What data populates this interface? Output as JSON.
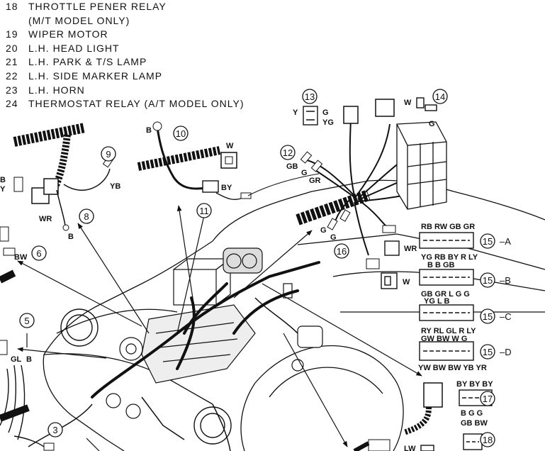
{
  "legend": [
    {
      "num": "18",
      "text": "THROTTLE PENER RELAY"
    },
    {
      "num": "",
      "text": "(M/T MODEL ONLY)"
    },
    {
      "num": "19",
      "text": "WIPER MOTOR"
    },
    {
      "num": "20",
      "text": "L.H. HEAD LIGHT"
    },
    {
      "num": "21",
      "text": "L.H. PARK & T/S LAMP"
    },
    {
      "num": "22",
      "text": "L.H. SIDE MARKER LAMP"
    },
    {
      "num": "23",
      "text": "L.H. HORN"
    },
    {
      "num": "24",
      "text": "THERMOSTAT RELAY (A/T MODEL ONLY)"
    }
  ],
  "callouts": {
    "c3": "3",
    "c5": "5",
    "c6": "6",
    "c8": "8",
    "c9": "9",
    "c10": "10",
    "c11": "11",
    "c12": "12",
    "c13": "13",
    "c14": "14",
    "c16": "16",
    "c17": "17",
    "c18": "18",
    "c15a": "15",
    "c15b": "15",
    "c15c": "15",
    "c15d": "15"
  },
  "suffixes": {
    "a": "–A",
    "b": "–B",
    "c": "–C",
    "d": "–D"
  },
  "wires": {
    "w13_y": "Y",
    "w13_g": "G",
    "w13_yg": "YG",
    "w14_w": "W",
    "w14_g": "G",
    "w10_b": "B",
    "w_top_w": "W",
    "w_by": "BY",
    "w9_yb": "YB",
    "w_b_left": "B",
    "w_y_left": "Y",
    "w_wr": "WR",
    "w_b8": "B",
    "w12_gb": "GB",
    "w12_g": "G",
    "w12_gr": "GR",
    "w16_g1": "G",
    "w16_g2": "G",
    "w_wr_right": "WR",
    "w_w_right": "W",
    "w6_bw": "BW",
    "w5_gl": "GL",
    "w5_b": "B",
    "c15a_top": "RB RW GB GR",
    "c15a_bot": "YG RB BY  R  LY",
    "c15b_top": "B  B GB",
    "c15b_bot": "GB GR L  G  G",
    "c15c_top": "YG L  B",
    "c15c_bot": "RY RL GL R LY",
    "c15d_top": "GW BW W  G",
    "c15d_bot": "YW BW BW YB YR",
    "c17_top": "BY BY BY",
    "c17_bot": "B  G  G",
    "c18_top": "GB BW",
    "c18_lw": "LW"
  }
}
